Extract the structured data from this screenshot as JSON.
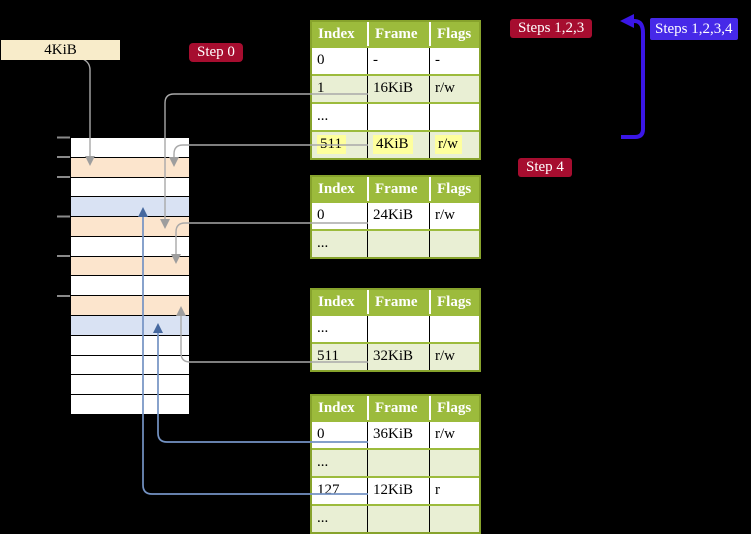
{
  "labels": {
    "page_size": "4KiB",
    "step0": "Step 0",
    "steps123": "Steps 1,2,3",
    "steps1234": "Steps 1,2,3,4",
    "step4": "Step 4"
  },
  "colors": {
    "background": "#000000",
    "table_header_green": "#9cbb3c",
    "table_row_green": "#e9efd4",
    "table_border_green": "#87a32c",
    "highlight_yellow": "#feff9d",
    "memory_frame_peach": "#fce5cd",
    "memory_frame_blue": "#d9e2f3",
    "page_size_label_wheat": "#f8ecca",
    "badge_crimson": "#a60d2f",
    "badge_indigo": "#4629e8",
    "arrow_gray": "#a9a9a9",
    "arrow_steelblue": "#7493c4",
    "arrow_loop_indigo": "#3a16e6"
  },
  "memory": {
    "rows": [
      "white",
      "peach",
      "white",
      "blue",
      "peach",
      "white",
      "peach",
      "white",
      "peach",
      "blue",
      "white",
      "white",
      "white",
      "white"
    ]
  },
  "tables": [
    {
      "headers": [
        "Index",
        "Frame",
        "Flags"
      ],
      "rows": [
        {
          "cells": [
            "0",
            "-",
            "-"
          ],
          "shaded": false,
          "highlight": false
        },
        {
          "cells": [
            "1",
            "16KiB",
            "r/w"
          ],
          "shaded": true,
          "highlight": false
        },
        {
          "cells": [
            "...",
            "",
            ""
          ],
          "shaded": false,
          "highlight": false
        },
        {
          "cells": [
            "511",
            "4KiB",
            "r/w"
          ],
          "shaded": true,
          "highlight": true
        }
      ]
    },
    {
      "headers": [
        "Index",
        "Frame",
        "Flags"
      ],
      "rows": [
        {
          "cells": [
            "0",
            "24KiB",
            "r/w"
          ],
          "shaded": false,
          "highlight": false
        },
        {
          "cells": [
            "...",
            "",
            ""
          ],
          "shaded": true,
          "highlight": false
        }
      ]
    },
    {
      "headers": [
        "Index",
        "Frame",
        "Flags"
      ],
      "rows": [
        {
          "cells": [
            "...",
            "",
            ""
          ],
          "shaded": false,
          "highlight": false
        },
        {
          "cells": [
            "511",
            "32KiB",
            "r/w"
          ],
          "shaded": true,
          "highlight": false
        }
      ]
    },
    {
      "headers": [
        "Index",
        "Frame",
        "Flags"
      ],
      "rows": [
        {
          "cells": [
            "0",
            "36KiB",
            "r/w"
          ],
          "shaded": false,
          "highlight": false
        },
        {
          "cells": [
            "...",
            "",
            ""
          ],
          "shaded": true,
          "highlight": false
        },
        {
          "cells": [
            "127",
            "12KiB",
            "r"
          ],
          "shaded": false,
          "highlight": false
        },
        {
          "cells": [
            "...",
            "",
            ""
          ],
          "shaded": true,
          "highlight": false
        }
      ]
    }
  ]
}
